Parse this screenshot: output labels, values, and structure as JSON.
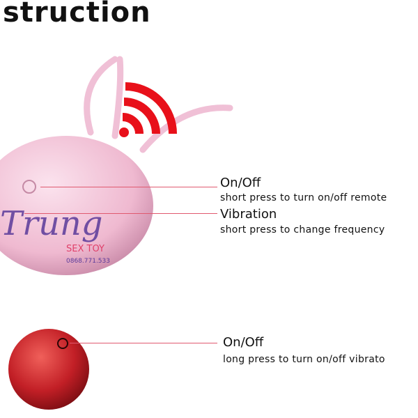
{
  "title": "struction",
  "callouts": [
    {
      "label": "On/Off",
      "description": "short press to turn on/off remote"
    },
    {
      "label": "Vibration",
      "description": "short press to change frequency"
    },
    {
      "label": "On/Off",
      "description": "long press to turn on/off vibrato"
    }
  ],
  "watermark": {
    "name": "Trung",
    "brand": "SEX TOY",
    "phone": "0868.771.533"
  },
  "colors": {
    "remote": "#f2c6d8",
    "signal": "#e8101a",
    "egg": "#c8232a",
    "line": "#e0596f"
  }
}
